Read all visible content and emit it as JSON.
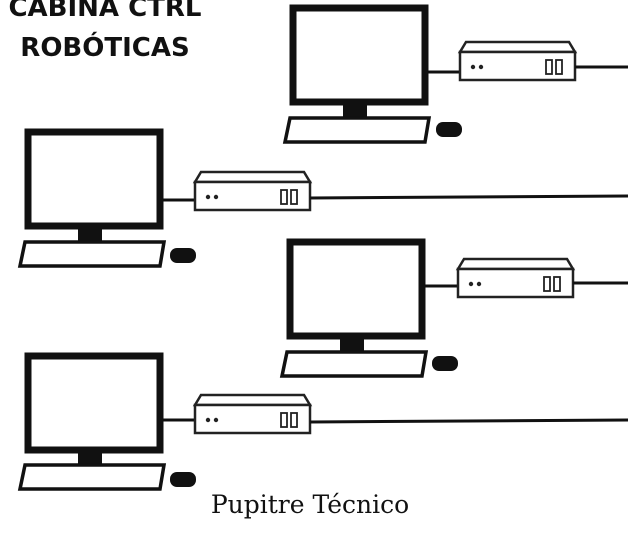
{
  "header": {
    "title_line1": "CABINA CTRL",
    "title_line2": "ROBÓTICAS"
  },
  "footer": {
    "label": "Pupitre Técnico"
  },
  "diagram": {
    "workstation_count": 4,
    "stroke_color": "#111111",
    "background_color": "#ffffff",
    "icons": [
      "monitor-icon",
      "keyboard-icon",
      "mouse-icon",
      "server-box-icon"
    ]
  }
}
